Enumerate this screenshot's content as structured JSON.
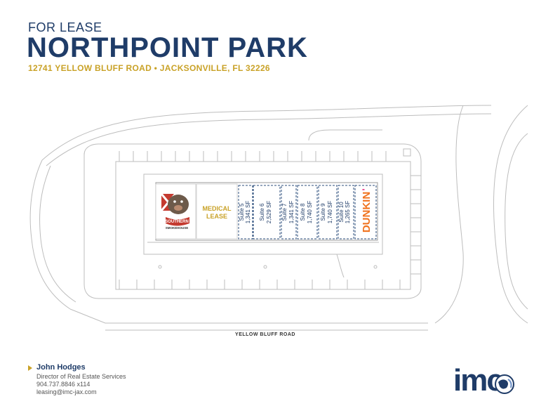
{
  "header": {
    "subtitle": "FOR LEASE",
    "title": "NORTHPOINT PARK",
    "address": "12741 YELLOW BLUFF ROAD • JACKSONVILLE, FL 32226"
  },
  "colors": {
    "navy": "#1f3c68",
    "gold": "#c9a227",
    "suite_border": "#2e4f7d",
    "dunkin_orange": "#f0731f",
    "dunkin_pink": "#e41b7a",
    "linework": "#bdbdbd"
  },
  "site_plan": {
    "road_label": "YELLOW BLUFF ROAD",
    "tenants": {
      "southern": {
        "line1": "SOUTHERN",
        "line2": "SMOKEHOUSE"
      },
      "medical": {
        "line1": "MEDICAL",
        "line2": "LEASE"
      },
      "dunkin": {
        "name": "DUNKIN",
        "mark": "'"
      }
    },
    "suites": [
      {
        "name": "Suite 5",
        "area": "1,341 SF"
      },
      {
        "name": "Suite 6",
        "area": "2,529 SF"
      },
      {
        "name": "Suite 7",
        "area": "1,341 SF"
      },
      {
        "name": "Suite 8",
        "area": "1,740 SF"
      },
      {
        "name": "Suite 9",
        "area": "1,740 SF"
      },
      {
        "name": "Suite 10",
        "area": "1,265 SF"
      }
    ]
  },
  "contact": {
    "name": "John Hodges",
    "title": "Director of Real Estate Services",
    "phone": "904.737.8846 x114",
    "email": "leasing@imc-jax.com"
  },
  "logo": {
    "text": "imc",
    "icon": "globe-icon"
  }
}
